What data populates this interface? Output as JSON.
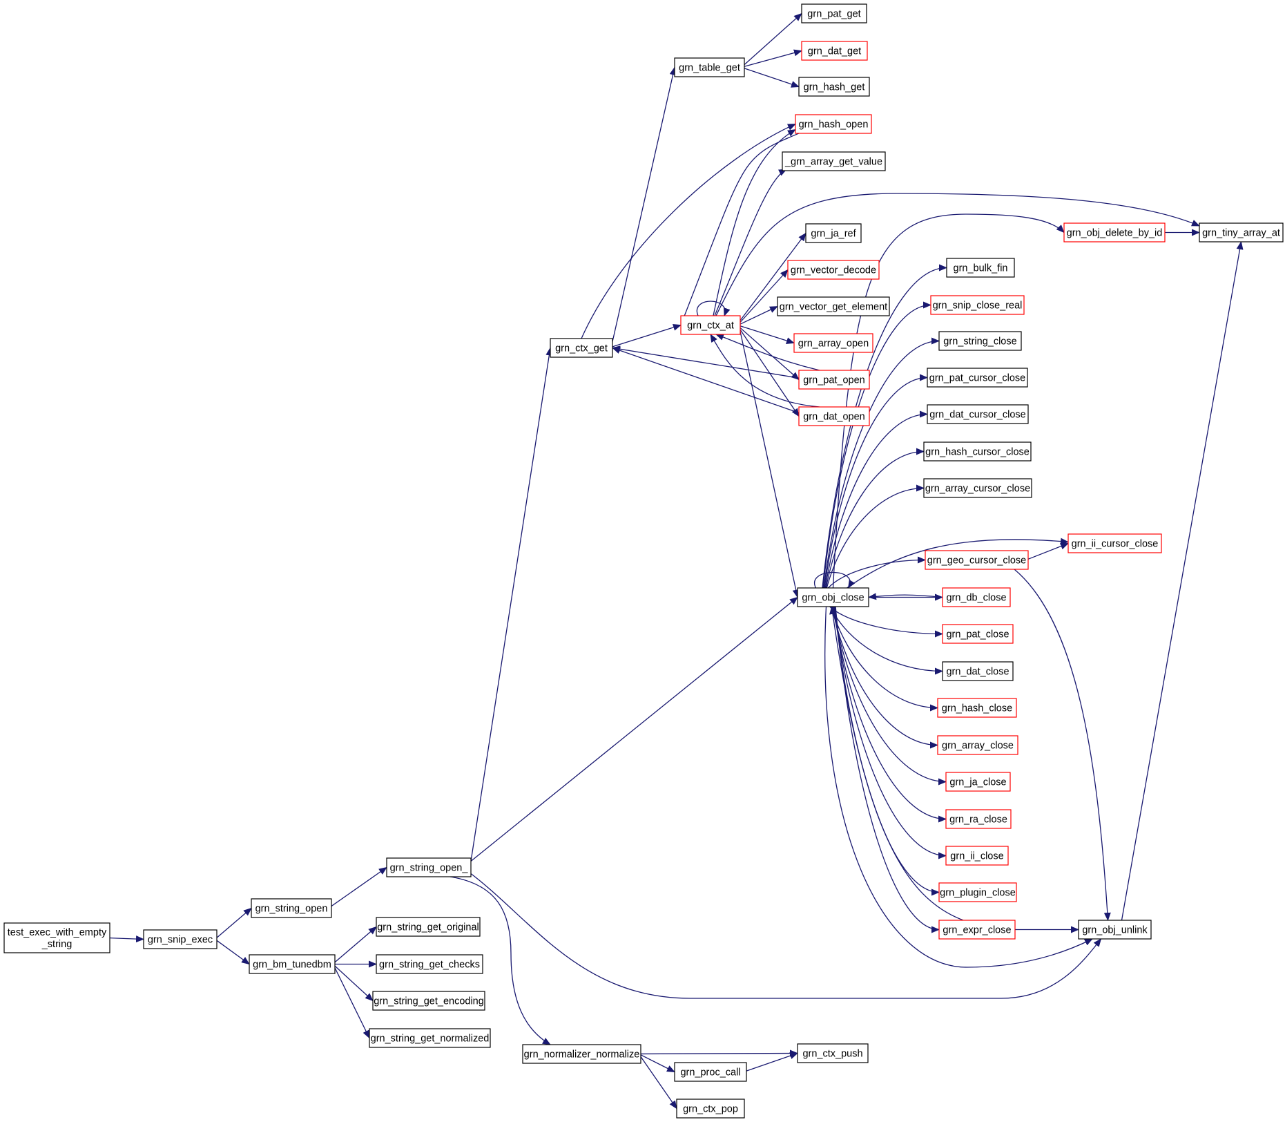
{
  "colors": {
    "edge": "#191970",
    "border_normal": "#000000",
    "border_truncated": "#ff0000",
    "root_fill": "#bfbfbf",
    "node_fill": "#ffffff",
    "text": "#000000"
  },
  "nodes": [
    {
      "id": "test_exec_with_empty_string",
      "lines": [
        "test_exec_with_empty",
        "_string"
      ],
      "style": "root"
    },
    {
      "id": "grn_snip_exec",
      "lines": [
        "grn_snip_exec"
      ],
      "style": "normal"
    },
    {
      "id": "grn_string_open",
      "lines": [
        "grn_string_open"
      ],
      "style": "normal"
    },
    {
      "id": "grn_bm_tunedbm",
      "lines": [
        "grn_bm_tunedbm"
      ],
      "style": "normal"
    },
    {
      "id": "grn_string_open_",
      "lines": [
        "grn_string_open_"
      ],
      "style": "normal"
    },
    {
      "id": "grn_string_get_original",
      "lines": [
        "grn_string_get_original"
      ],
      "style": "normal"
    },
    {
      "id": "grn_string_get_checks",
      "lines": [
        "grn_string_get_checks"
      ],
      "style": "normal"
    },
    {
      "id": "grn_string_get_encoding",
      "lines": [
        "grn_string_get_encoding"
      ],
      "style": "normal"
    },
    {
      "id": "grn_string_get_normalized",
      "lines": [
        "grn_string_get_normalized"
      ],
      "style": "normal"
    },
    {
      "id": "grn_normalizer_normalize",
      "lines": [
        "grn_normalizer_normalize"
      ],
      "style": "normal"
    },
    {
      "id": "grn_proc_call",
      "lines": [
        "grn_proc_call"
      ],
      "style": "normal"
    },
    {
      "id": "grn_ctx_pop",
      "lines": [
        "grn_ctx_pop"
      ],
      "style": "normal"
    },
    {
      "id": "grn_ctx_push",
      "lines": [
        "grn_ctx_push"
      ],
      "style": "normal"
    },
    {
      "id": "grn_ctx_get",
      "lines": [
        "grn_ctx_get"
      ],
      "style": "normal"
    },
    {
      "id": "grn_table_get",
      "lines": [
        "grn_table_get"
      ],
      "style": "normal"
    },
    {
      "id": "grn_pat_get",
      "lines": [
        "grn_pat_get"
      ],
      "style": "normal"
    },
    {
      "id": "grn_dat_get",
      "lines": [
        "grn_dat_get"
      ],
      "style": "truncated"
    },
    {
      "id": "grn_hash_get",
      "lines": [
        "grn_hash_get"
      ],
      "style": "normal"
    },
    {
      "id": "grn_ctx_at",
      "lines": [
        "grn_ctx_at"
      ],
      "style": "truncated"
    },
    {
      "id": "grn_hash_open",
      "lines": [
        "grn_hash_open"
      ],
      "style": "truncated"
    },
    {
      "id": "_grn_array_get_value",
      "lines": [
        "_grn_array_get_value"
      ],
      "style": "normal"
    },
    {
      "id": "grn_ja_ref",
      "lines": [
        "grn_ja_ref"
      ],
      "style": "normal"
    },
    {
      "id": "grn_vector_decode",
      "lines": [
        "grn_vector_decode"
      ],
      "style": "truncated"
    },
    {
      "id": "grn_vector_get_element",
      "lines": [
        "grn_vector_get_element"
      ],
      "style": "normal"
    },
    {
      "id": "grn_array_open",
      "lines": [
        "grn_array_open"
      ],
      "style": "truncated"
    },
    {
      "id": "grn_pat_open",
      "lines": [
        "grn_pat_open"
      ],
      "style": "truncated"
    },
    {
      "id": "grn_dat_open",
      "lines": [
        "grn_dat_open"
      ],
      "style": "truncated"
    },
    {
      "id": "grn_obj_close",
      "lines": [
        "grn_obj_close"
      ],
      "style": "normal"
    },
    {
      "id": "grn_obj_delete_by_id",
      "lines": [
        "grn_obj_delete_by_id"
      ],
      "style": "truncated"
    },
    {
      "id": "grn_tiny_array_at",
      "lines": [
        "grn_tiny_array_at"
      ],
      "style": "normal"
    },
    {
      "id": "grn_bulk_fin",
      "lines": [
        "grn_bulk_fin"
      ],
      "style": "normal"
    },
    {
      "id": "grn_snip_close_real",
      "lines": [
        "grn_snip_close_real"
      ],
      "style": "truncated"
    },
    {
      "id": "grn_string_close",
      "lines": [
        "grn_string_close"
      ],
      "style": "normal"
    },
    {
      "id": "grn_pat_cursor_close",
      "lines": [
        "grn_pat_cursor_close"
      ],
      "style": "normal"
    },
    {
      "id": "grn_dat_cursor_close",
      "lines": [
        "grn_dat_cursor_close"
      ],
      "style": "normal"
    },
    {
      "id": "grn_hash_cursor_close",
      "lines": [
        "grn_hash_cursor_close"
      ],
      "style": "normal"
    },
    {
      "id": "grn_array_cursor_close",
      "lines": [
        "grn_array_cursor_close"
      ],
      "style": "normal"
    },
    {
      "id": "grn_ii_cursor_close",
      "lines": [
        "grn_ii_cursor_close"
      ],
      "style": "truncated"
    },
    {
      "id": "grn_geo_cursor_close",
      "lines": [
        "grn_geo_cursor_close"
      ],
      "style": "truncated"
    },
    {
      "id": "grn_db_close",
      "lines": [
        "grn_db_close"
      ],
      "style": "truncated"
    },
    {
      "id": "grn_pat_close",
      "lines": [
        "grn_pat_close"
      ],
      "style": "truncated"
    },
    {
      "id": "grn_dat_close",
      "lines": [
        "grn_dat_close"
      ],
      "style": "normal"
    },
    {
      "id": "grn_hash_close",
      "lines": [
        "grn_hash_close"
      ],
      "style": "truncated"
    },
    {
      "id": "grn_array_close",
      "lines": [
        "grn_array_close"
      ],
      "style": "truncated"
    },
    {
      "id": "grn_ja_close",
      "lines": [
        "grn_ja_close"
      ],
      "style": "truncated"
    },
    {
      "id": "grn_ra_close",
      "lines": [
        "grn_ra_close"
      ],
      "style": "truncated"
    },
    {
      "id": "grn_ii_close",
      "lines": [
        "grn_ii_close"
      ],
      "style": "truncated"
    },
    {
      "id": "grn_plugin_close",
      "lines": [
        "grn_plugin_close"
      ],
      "style": "truncated"
    },
    {
      "id": "grn_expr_close",
      "lines": [
        "grn_expr_close"
      ],
      "style": "truncated"
    },
    {
      "id": "grn_obj_unlink",
      "lines": [
        "grn_obj_unlink"
      ],
      "style": "normal"
    }
  ],
  "edges": [
    [
      "test_exec_with_empty_string",
      "grn_snip_exec"
    ],
    [
      "grn_snip_exec",
      "grn_string_open"
    ],
    [
      "grn_snip_exec",
      "grn_bm_tunedbm"
    ],
    [
      "grn_string_open",
      "grn_string_open_"
    ],
    [
      "grn_string_open_",
      "grn_ctx_get"
    ],
    [
      "grn_string_open_",
      "grn_obj_close"
    ],
    [
      "grn_string_open_",
      "grn_obj_unlink"
    ],
    [
      "grn_string_open_",
      "grn_normalizer_normalize"
    ],
    [
      "grn_bm_tunedbm",
      "grn_string_get_original"
    ],
    [
      "grn_bm_tunedbm",
      "grn_string_get_checks"
    ],
    [
      "grn_bm_tunedbm",
      "grn_string_get_encoding"
    ],
    [
      "grn_bm_tunedbm",
      "grn_string_get_normalized"
    ],
    [
      "grn_normalizer_normalize",
      "grn_ctx_push"
    ],
    [
      "grn_normalizer_normalize",
      "grn_proc_call"
    ],
    [
      "grn_normalizer_normalize",
      "grn_ctx_pop"
    ],
    [
      "grn_proc_call",
      "grn_ctx_push"
    ],
    [
      "grn_ctx_get",
      "grn_table_get"
    ],
    [
      "grn_ctx_get",
      "grn_ctx_at"
    ],
    [
      "grn_ctx_get",
      "grn_hash_open"
    ],
    [
      "grn_table_get",
      "grn_pat_get"
    ],
    [
      "grn_table_get",
      "grn_dat_get"
    ],
    [
      "grn_table_get",
      "grn_hash_get"
    ],
    [
      "grn_ctx_at",
      "grn_ctx_at"
    ],
    [
      "grn_ctx_at",
      "grn_hash_open"
    ],
    [
      "grn_ctx_at",
      "_grn_array_get_value"
    ],
    [
      "grn_ctx_at",
      "grn_tiny_array_at"
    ],
    [
      "grn_ctx_at",
      "grn_ja_ref"
    ],
    [
      "grn_ctx_at",
      "grn_vector_decode"
    ],
    [
      "grn_ctx_at",
      "grn_vector_get_element"
    ],
    [
      "grn_ctx_at",
      "grn_array_open"
    ],
    [
      "grn_ctx_at",
      "grn_pat_open"
    ],
    [
      "grn_ctx_at",
      "grn_dat_open"
    ],
    [
      "grn_ctx_at",
      "grn_obj_close"
    ],
    [
      "grn_pat_open",
      "grn_ctx_get"
    ],
    [
      "grn_pat_open",
      "grn_ctx_at"
    ],
    [
      "grn_dat_open",
      "grn_ctx_get"
    ],
    [
      "grn_dat_open",
      "grn_ctx_at"
    ],
    [
      "grn_hash_open",
      "grn_ctx_at"
    ],
    [
      "grn_obj_close",
      "grn_obj_close"
    ],
    [
      "grn_obj_close",
      "grn_obj_delete_by_id"
    ],
    [
      "grn_obj_close",
      "grn_bulk_fin"
    ],
    [
      "grn_obj_close",
      "grn_snip_close_real"
    ],
    [
      "grn_obj_close",
      "grn_string_close"
    ],
    [
      "grn_obj_close",
      "grn_pat_cursor_close"
    ],
    [
      "grn_obj_close",
      "grn_dat_cursor_close"
    ],
    [
      "grn_obj_close",
      "grn_hash_cursor_close"
    ],
    [
      "grn_obj_close",
      "grn_array_cursor_close"
    ],
    [
      "grn_obj_close",
      "grn_ii_cursor_close"
    ],
    [
      "grn_obj_close",
      "grn_geo_cursor_close"
    ],
    [
      "grn_obj_close",
      "grn_db_close"
    ],
    [
      "grn_obj_close",
      "grn_pat_close"
    ],
    [
      "grn_obj_close",
      "grn_dat_close"
    ],
    [
      "grn_obj_close",
      "grn_hash_close"
    ],
    [
      "grn_obj_close",
      "grn_array_close"
    ],
    [
      "grn_obj_close",
      "grn_ja_close"
    ],
    [
      "grn_obj_close",
      "grn_ra_close"
    ],
    [
      "grn_obj_close",
      "grn_ii_close"
    ],
    [
      "grn_obj_close",
      "grn_plugin_close"
    ],
    [
      "grn_obj_close",
      "grn_expr_close"
    ],
    [
      "grn_obj_close",
      "grn_obj_unlink"
    ],
    [
      "grn_db_close",
      "grn_obj_close"
    ],
    [
      "grn_expr_close",
      "grn_obj_close"
    ],
    [
      "grn_expr_close",
      "grn_obj_unlink"
    ],
    [
      "grn_geo_cursor_close",
      "grn_ii_cursor_close"
    ],
    [
      "grn_geo_cursor_close",
      "grn_obj_unlink"
    ],
    [
      "grn_obj_delete_by_id",
      "grn_tiny_array_at"
    ],
    [
      "grn_obj_unlink",
      "grn_tiny_array_at"
    ]
  ]
}
